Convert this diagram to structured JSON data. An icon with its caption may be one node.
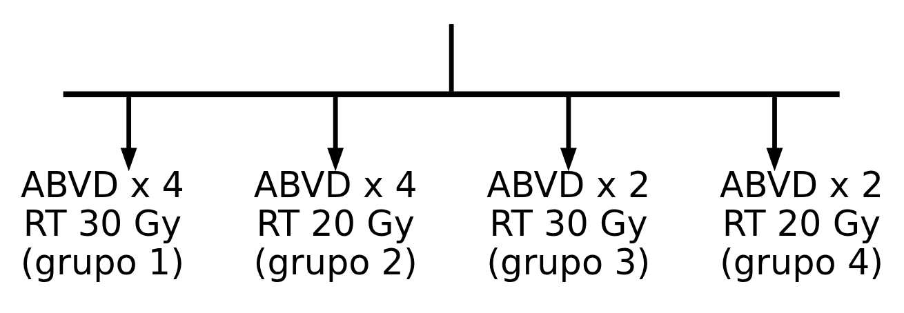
{
  "diagram": {
    "nodes": [
      {
        "text": [
          "ABVD x 4",
          "RT 30 Gy",
          "(grupo 1)"
        ]
      },
      {
        "text": [
          "ABVD x 4",
          "RT 20 Gy",
          "(grupo 2)"
        ]
      },
      {
        "text": [
          "ABVD x 2",
          "RT 30 Gy",
          "(grupo 3)"
        ]
      },
      {
        "text": [
          "ABVD x 2",
          "RT 20 Gy",
          "(grupo 4)"
        ]
      },
      {
        "text": [],
        "shape": "bar"
      }
    ],
    "edges": [
      {
        "from": null,
        "to": 4,
        "arrow": "none"
      },
      {
        "from": 4,
        "to": 0,
        "arrow": "to"
      },
      {
        "from": 4,
        "to": 1,
        "arrow": "to"
      },
      {
        "from": 4,
        "to": 2,
        "arrow": "to"
      },
      {
        "from": 4,
        "to": 3,
        "arrow": "to"
      }
    ]
  }
}
